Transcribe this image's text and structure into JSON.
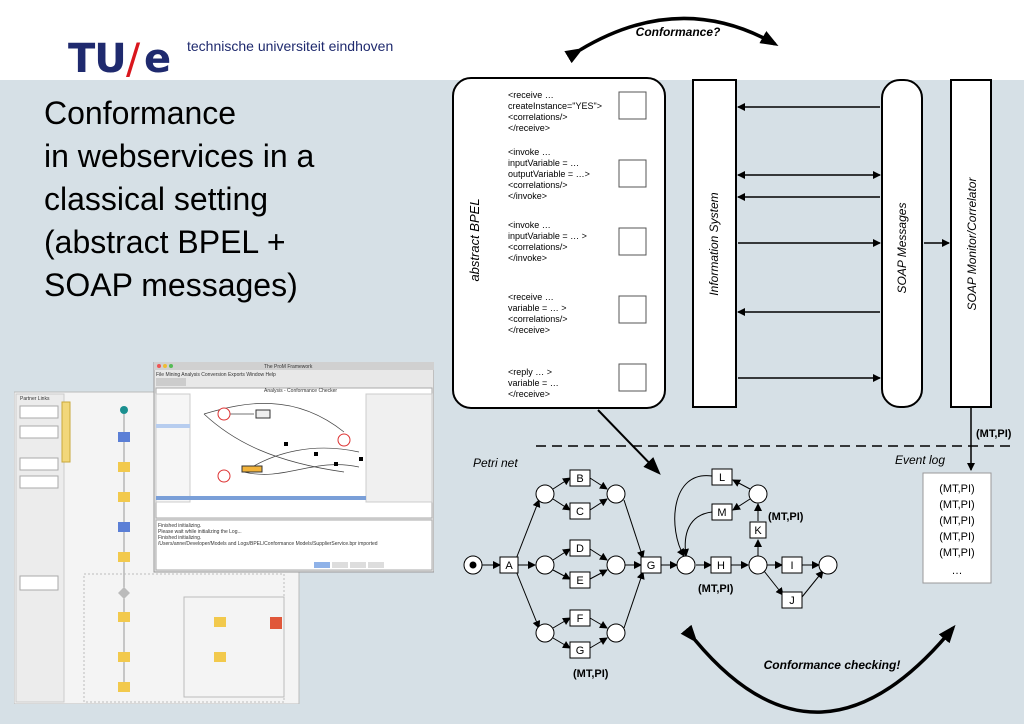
{
  "header": {
    "logo_tu": "TU",
    "logo_slash": "/",
    "logo_e": "e",
    "university": "technische universiteit eindhoven"
  },
  "title": {
    "lines": [
      "Conformance",
      "in webservices in a",
      "classical setting",
      "(abstract BPEL +",
      "SOAP messages)"
    ]
  },
  "diagram": {
    "conformance_question": "Conformance?",
    "abstract_bpel_label": "abstract BPEL",
    "bpel_snippets": [
      [
        "<receive  …",
        "createInstance=\"YES\">",
        "<correlations/>",
        "</receive>"
      ],
      [
        "<invoke  …",
        "inputVariable = …",
        "outputVariable = …>",
        "<correlations/>",
        "</invoke>"
      ],
      [
        "<invoke  …",
        "inputVariable = … >",
        "<correlations/>",
        "</invoke>"
      ],
      [
        "<receive  …",
        "variable = … >",
        "<correlations/>",
        "</receive>"
      ],
      [
        "<reply  … >",
        "variable = …",
        "</receive>"
      ]
    ],
    "information_system_label": "Information System",
    "soap_messages_label": "SOAP Messages",
    "soap_monitor_label": "SOAP Monitor/Correlator",
    "mt_pi_top": "(MT,PI)",
    "event_log_label": "Event log",
    "event_log_entries": [
      "(MT,PI)",
      "(MT,PI)",
      "(MT,PI)",
      "(MT,PI)",
      "(MT,PI)",
      "…"
    ],
    "petri_net_label": "Petri net",
    "transitions": {
      "A": "A",
      "B": "B",
      "C": "C",
      "D": "D",
      "E": "E",
      "F": "F",
      "G": "G",
      "H": "H",
      "I": "I",
      "J": "J",
      "K": "K",
      "L": "L",
      "M": "M"
    },
    "mt_pi_g": "(MT,PI)",
    "mt_pi_h": "(MT,PI)",
    "mt_pi_k": "(MT,PI)",
    "conformance_checking": "Conformance checking!"
  },
  "screenshot": {
    "window_title": "The ProM Framework",
    "menu": "File  Mining  Analysis  Conversion  Exports  Window  Help",
    "inner_title": "Analysis - Conformance Checker",
    "panel_title": "Partner Links",
    "status_lines": [
      "Finished initializing.",
      "Please wait while initializing the Log...",
      "Finished initializing.",
      "/Users/anne/Developer/Models and Logs/BPEL/Conformance Models/SupplierService.bpr imported"
    ]
  }
}
